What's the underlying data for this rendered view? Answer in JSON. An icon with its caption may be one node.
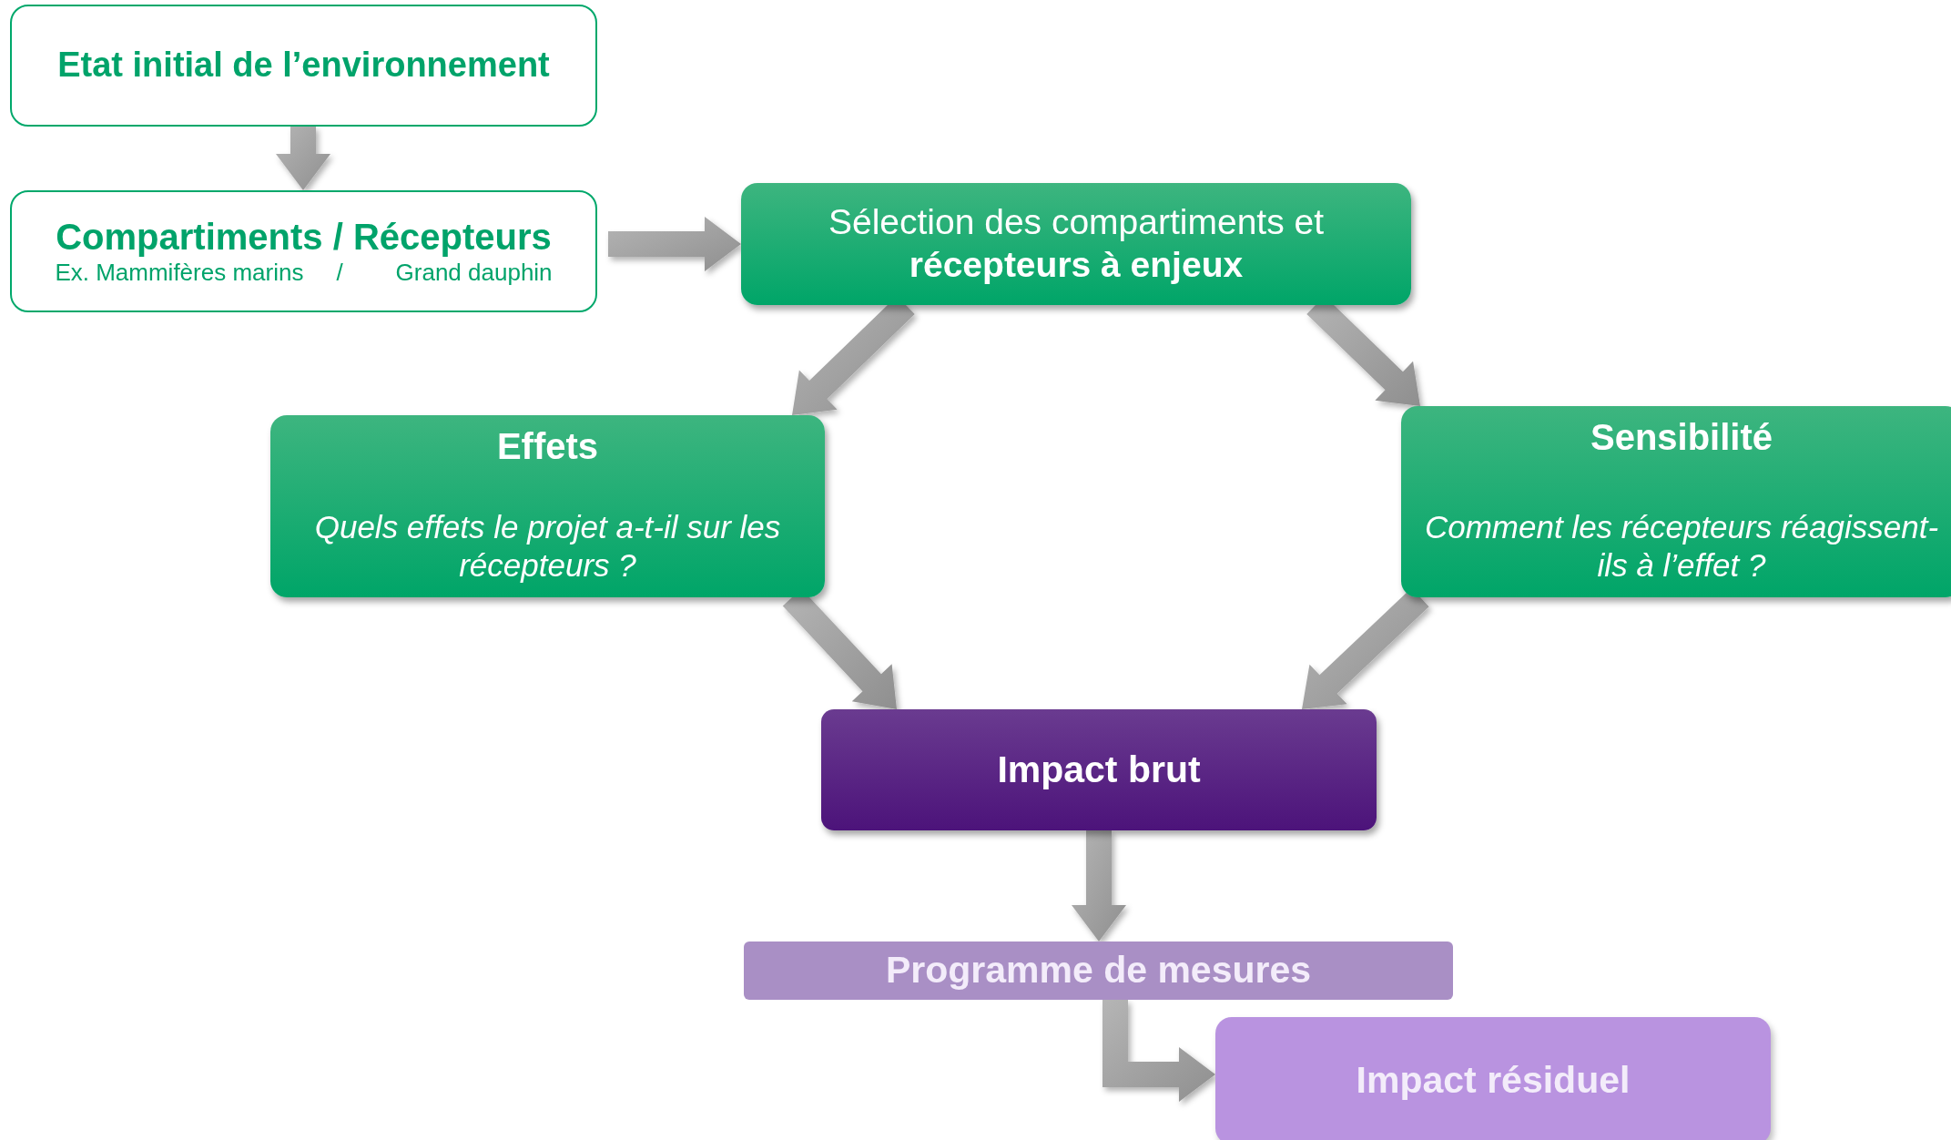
{
  "diagram": {
    "nodes": [
      {
        "text": [
          "Etat initial de l’environnement"
        ]
      },
      {
        "text": [
          "Compartiments / Récepteurs",
          "Ex. Mammifères marins     /        Grand dauphin"
        ]
      },
      {
        "text": [
          "Sélection des compartiments et **récepteurs à enjeux**"
        ]
      },
      {
        "text": [
          "Effets",
          "Quels effets le projet a-t-il sur les récepteurs ?"
        ]
      },
      {
        "text": [
          "Sensibilité",
          "Comment les récepteurs réagissent-ils à l’effet ?"
        ]
      },
      {
        "text": [
          "Impact brut"
        ]
      },
      {
        "text": [
          "Programme de mesures"
        ]
      },
      {
        "text": [
          "Impact résiduel"
        ]
      }
    ],
    "edges": [
      {
        "from": 0,
        "to": 1,
        "arrow": "to"
      },
      {
        "from": 1,
        "to": 2,
        "arrow": "to"
      },
      {
        "from": 2,
        "to": 3,
        "arrow": "to"
      },
      {
        "from": 2,
        "to": 4,
        "arrow": "to"
      },
      {
        "from": 3,
        "to": 5,
        "arrow": "to"
      },
      {
        "from": 4,
        "to": 5,
        "arrow": "to"
      },
      {
        "from": 5,
        "to": 6,
        "arrow": "to"
      },
      {
        "from": 6,
        "to": 7,
        "arrow": "to"
      }
    ]
  }
}
